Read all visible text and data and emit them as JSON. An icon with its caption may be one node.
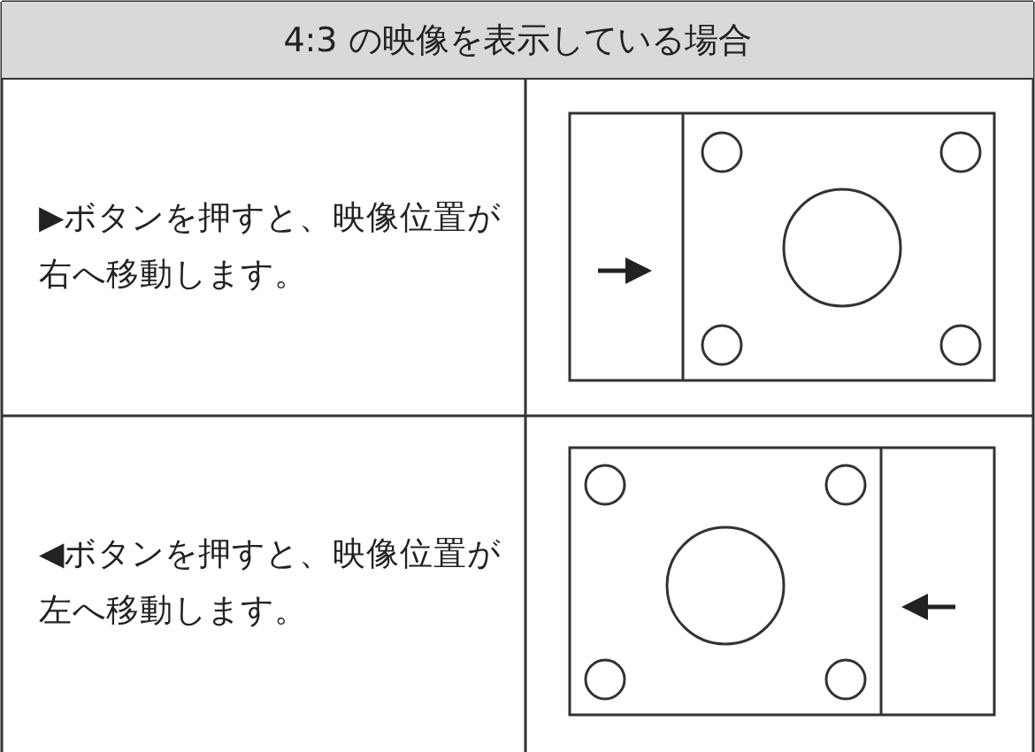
{
  "diagram": {
    "title": "4:3 の映像を表示している場合",
    "labels": [
      "▶ボタンを押すと、映像位置が右へ移動します。",
      "◀ボタンを押すと、映像位置が左へ移動します。"
    ]
  }
}
